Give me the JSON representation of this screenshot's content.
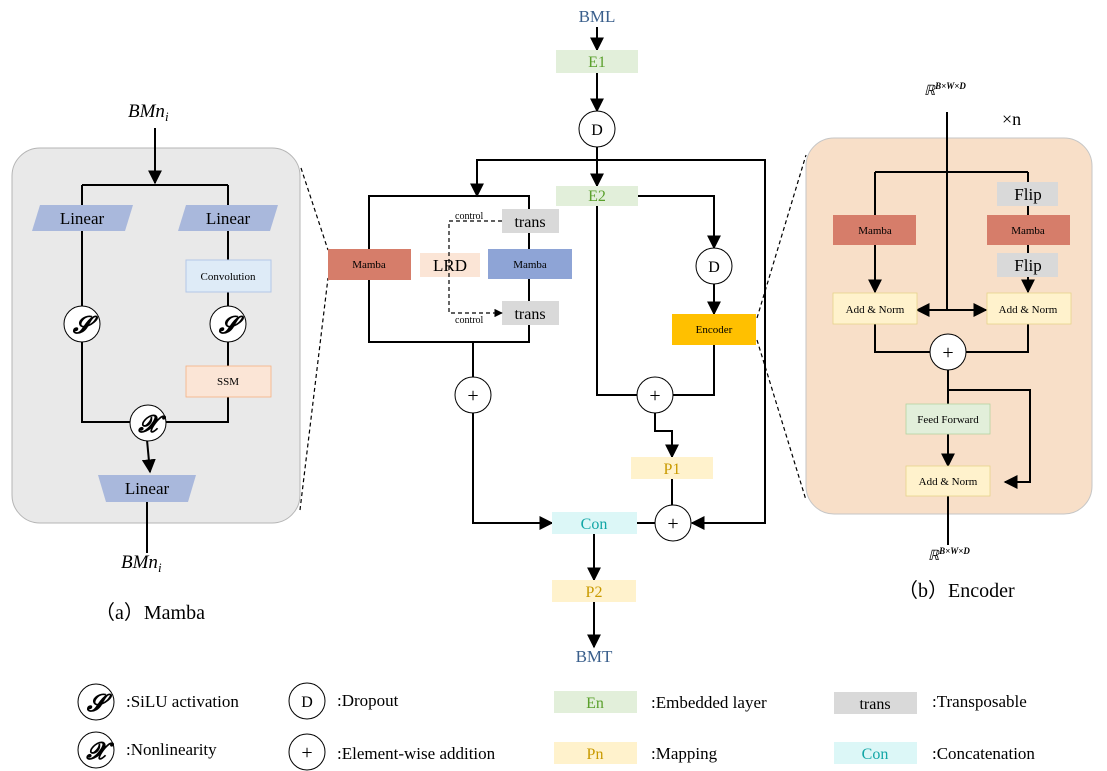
{
  "colors": {
    "panel_gray": "#e9e9e9",
    "panel_peach": "#f8dfc8",
    "linear_blue": "#a9b8dc",
    "mamba_red": "#d67d6a",
    "mamba_blue": "#8ea4d6",
    "embed_green": "#e2efda",
    "mapping_yellow": "#fff2cc",
    "concat_cyan": "#dcf7f7",
    "trans_gray": "#d9d9d9",
    "encoder_orange": "#ffc000",
    "convolution_blue": "#deebf7",
    "ssm_peach": "#fbe5d6",
    "flip_gray": "#d9d9d9",
    "norm_yellow": "#fff2cc",
    "ff_green": "#e2efda",
    "lrd_peach": "#fbe5d6"
  },
  "mamba_panel": {
    "input_label": "BMn",
    "input_sub": "i",
    "linear_left": "Linear",
    "linear_right": "Linear",
    "convolution": "Convolution",
    "ssm": "SSM",
    "linear_bottom": "Linear",
    "output_label": "BMn",
    "output_sub": "i",
    "caption": "（a）Mamba",
    "silu_symbol": "𝓢",
    "nonlinearity_symbol": "𝓧"
  },
  "main": {
    "input": "BML",
    "e1": "E1",
    "e2": "E2",
    "dropout": "D",
    "mamba_block": "Mamba",
    "lrd": "LRD",
    "inner_mamba": "Mamba",
    "trans_top": "trans",
    "trans_bottom": "trans",
    "control_top": "control",
    "control_bottom": "control",
    "encoder": "Encoder",
    "plus": "+",
    "p1": "P1",
    "con": "Con",
    "p2": "P2",
    "output": "BMT"
  },
  "encoder_panel": {
    "input_label": "ℝ",
    "input_sup": "B×W×D",
    "repeat": "×n",
    "flip_top": "Flip",
    "flip_bottom": "Flip",
    "mamba_left": "Mamba",
    "mamba_right": "Mamba",
    "add_norm_left": "Add & Norm",
    "add_norm_right": "Add & Norm",
    "feed_forward": "Feed Forward",
    "add_norm_bottom": "Add & Norm",
    "output_label": "ℝ",
    "output_sup": "B×W×D",
    "caption": "（b）Encoder"
  },
  "legend": {
    "silu_symbol": "𝓢",
    "silu": ":SiLU activation",
    "nonlin_symbol": "𝓧",
    "nonlin": ":Nonlinearity",
    "dropout_symbol": "D",
    "dropout": ":Dropout",
    "add_symbol": "+",
    "add": ":Element-wise addition",
    "en_box": "En",
    "en": ":Embedded layer",
    "pn_box": "Pn",
    "pn": ":Mapping",
    "trans_box": "trans",
    "trans": ":Transposable",
    "con_box": "Con",
    "con": ":Concatenation"
  }
}
